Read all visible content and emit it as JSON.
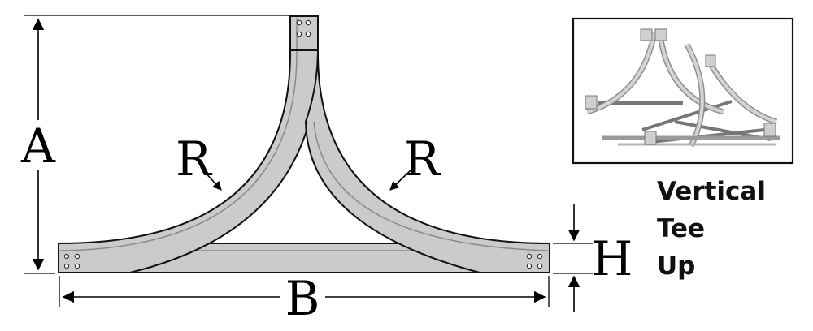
{
  "labels": {
    "a": "A",
    "b": "B",
    "h": "H",
    "r_left": "R",
    "r_right": "R"
  },
  "title": {
    "line1": "Vertical",
    "line2": "Tee",
    "line3": "Up"
  },
  "colors": {
    "tray_fill": "#cbcbcb",
    "outline": "#111111",
    "inner_line": "#8a8a8a",
    "inset_background": "#ffffff"
  }
}
